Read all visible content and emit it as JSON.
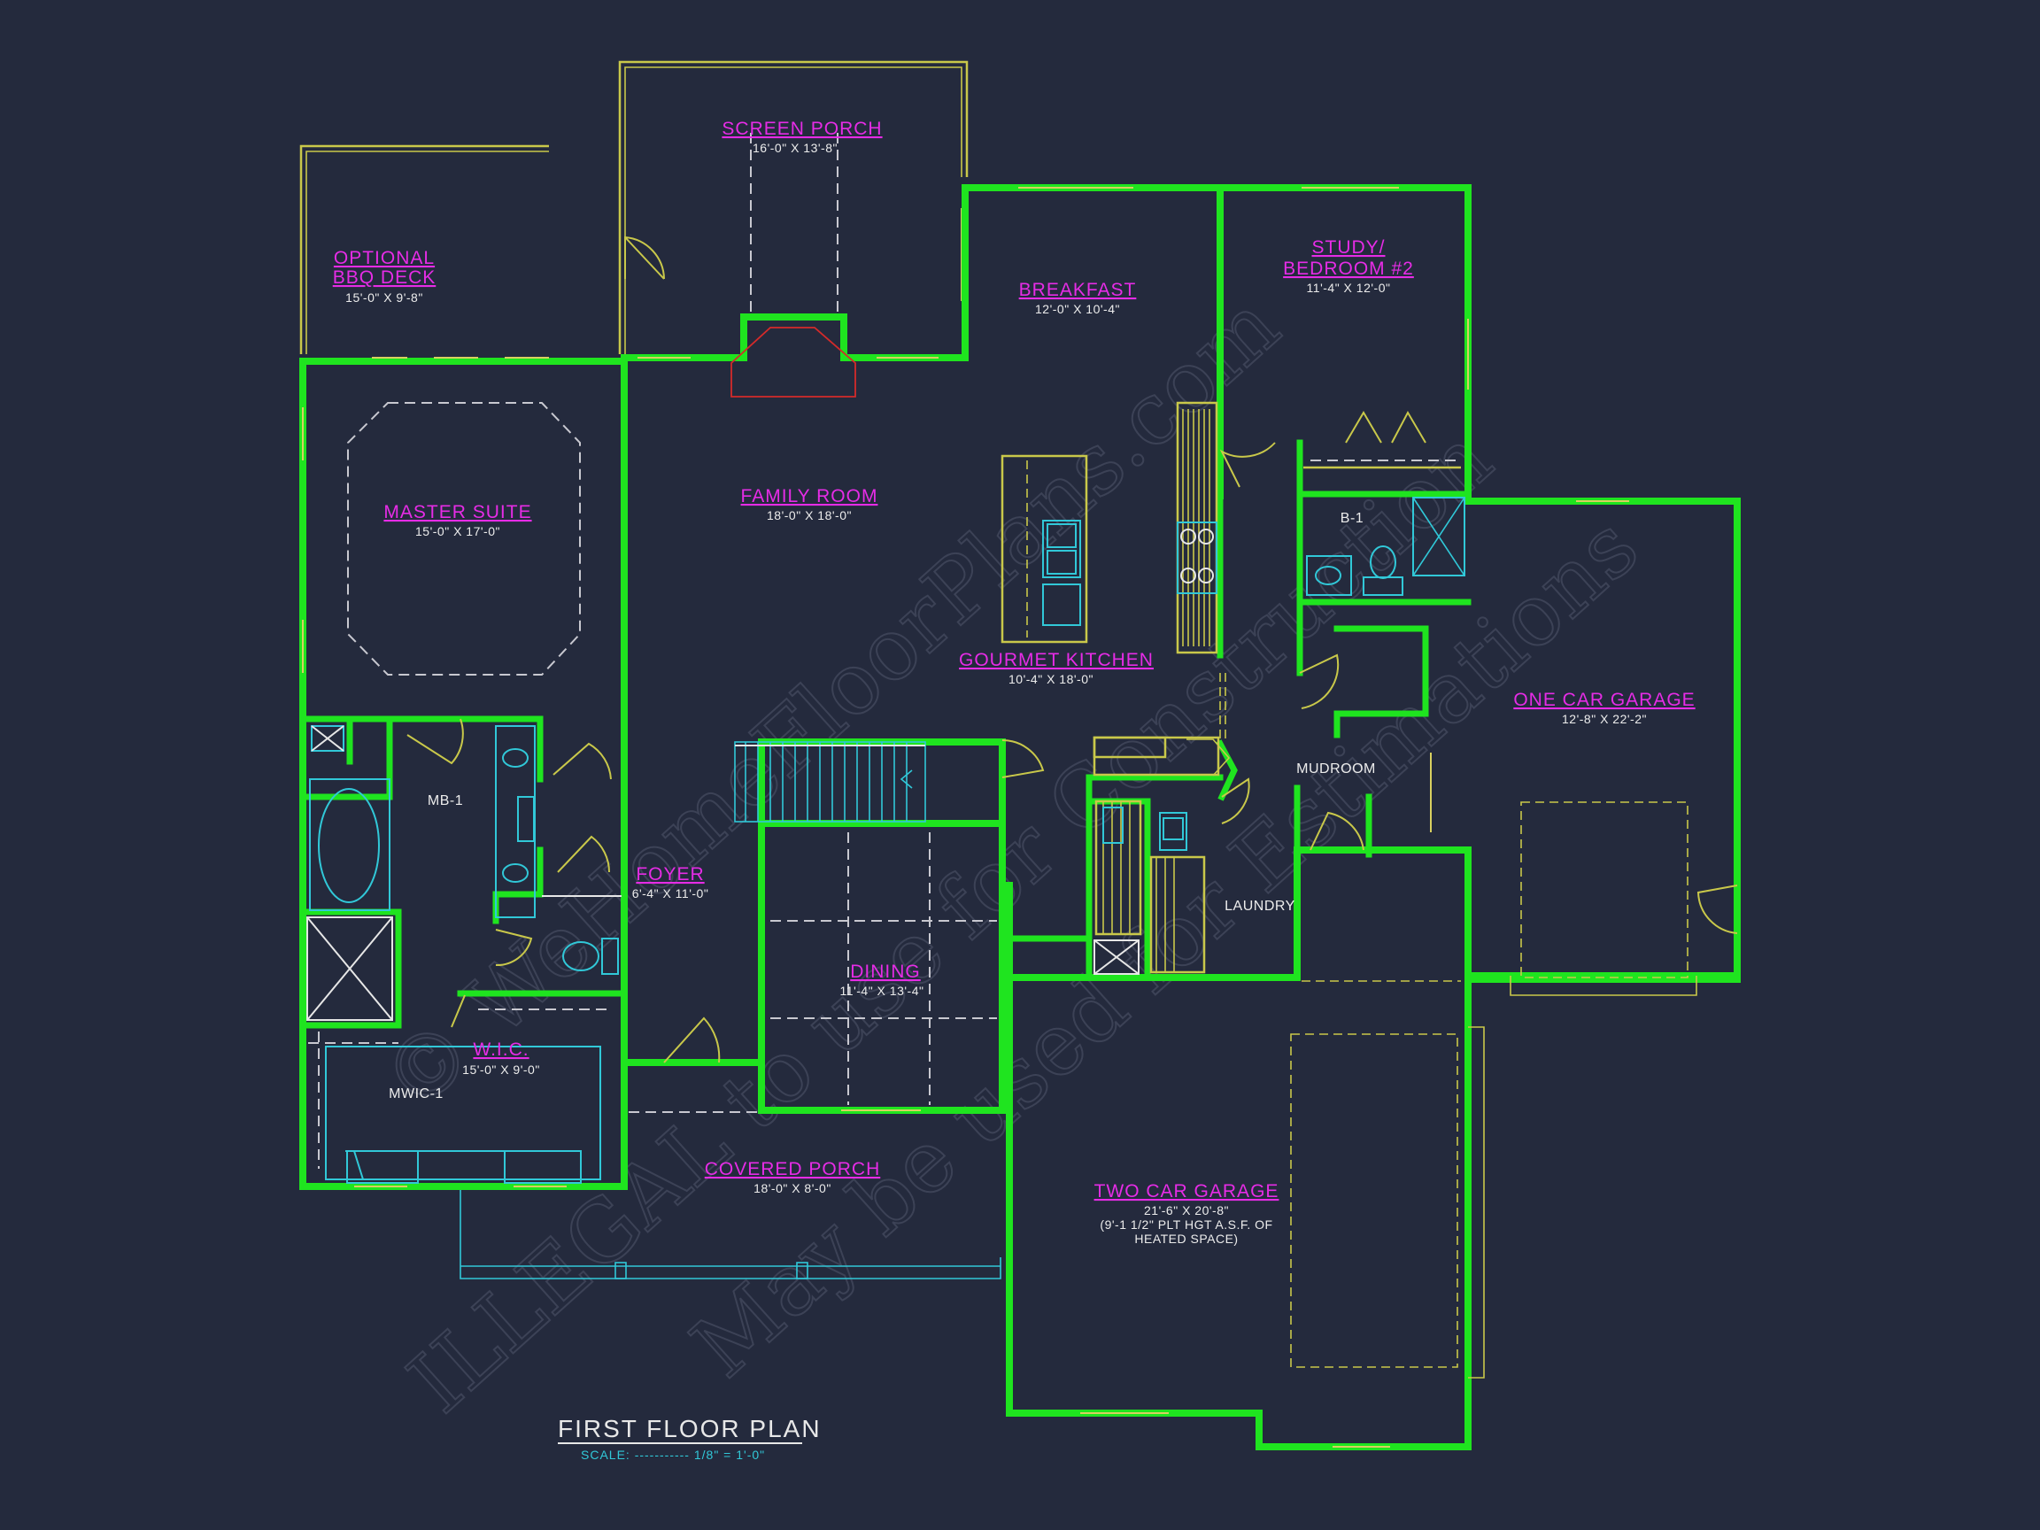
{
  "plan": {
    "title": "FIRST FLOOR PLAN",
    "scale": "SCALE: ----------- 1/8\" = 1'-0\""
  },
  "rooms": {
    "screen_porch": {
      "name": "SCREEN PORCH",
      "size": "16'-0\" X 13'-8\""
    },
    "bbq_deck": {
      "name_line1": "OPTIONAL",
      "name_line2": "BBQ DECK",
      "size": "15'-0\" X 9'-8\""
    },
    "breakfast": {
      "name": "BREAKFAST",
      "size": "12'-0\" X 10'-4\""
    },
    "study": {
      "name_line1": "STUDY/",
      "name_line2": "BEDROOM #2",
      "size": "11'-4\" X 12'-0\""
    },
    "master_suite": {
      "name": "MASTER SUITE",
      "size": "15'-0\" X 17'-0\""
    },
    "family_room": {
      "name": "FAMILY ROOM",
      "size": "18'-0\" X 18'-0\""
    },
    "kitchen": {
      "name": "GOURMET KITCHEN",
      "size": "10'-4\" X 18'-0\""
    },
    "one_car_garage": {
      "name": "ONE CAR GARAGE",
      "size": "12'-8\" X 22'-2\""
    },
    "foyer": {
      "name": "FOYER",
      "size": "6'-4\" X 11'-0\""
    },
    "dining": {
      "name": "DINING",
      "size": "11'-4\" X 13'-4\""
    },
    "wic": {
      "name": "W.I.C.",
      "size": "15'-0\" X 9'-0\""
    },
    "covered_porch": {
      "name": "COVERED PORCH",
      "size": "18'-0\" X 8'-0\""
    },
    "two_car_garage": {
      "name": "TWO CAR GARAGE",
      "size": "21'-6\" X 20'-8\"",
      "note1": "(9'-1 1/2\" PLT HGT A.S.F. OF",
      "note2": "HEATED SPACE)"
    }
  },
  "labels": {
    "mb1": "MB-1",
    "mwic1": "MWIC-1",
    "b1": "B-1",
    "mudroom": "MUDROOM",
    "laundry": "LAUNDRY"
  },
  "watermark": {
    "line1": "© WeHomeFloorPlans.com",
    "line2": "ILLEGAL to use for Construction",
    "line3": "May be used for Estimations"
  },
  "colors": {
    "background": "#242a3d",
    "walls": "#1fe41f",
    "room_names": "#e62ce6",
    "fixtures": "#31c8d8",
    "outline": "#c9c84a"
  }
}
